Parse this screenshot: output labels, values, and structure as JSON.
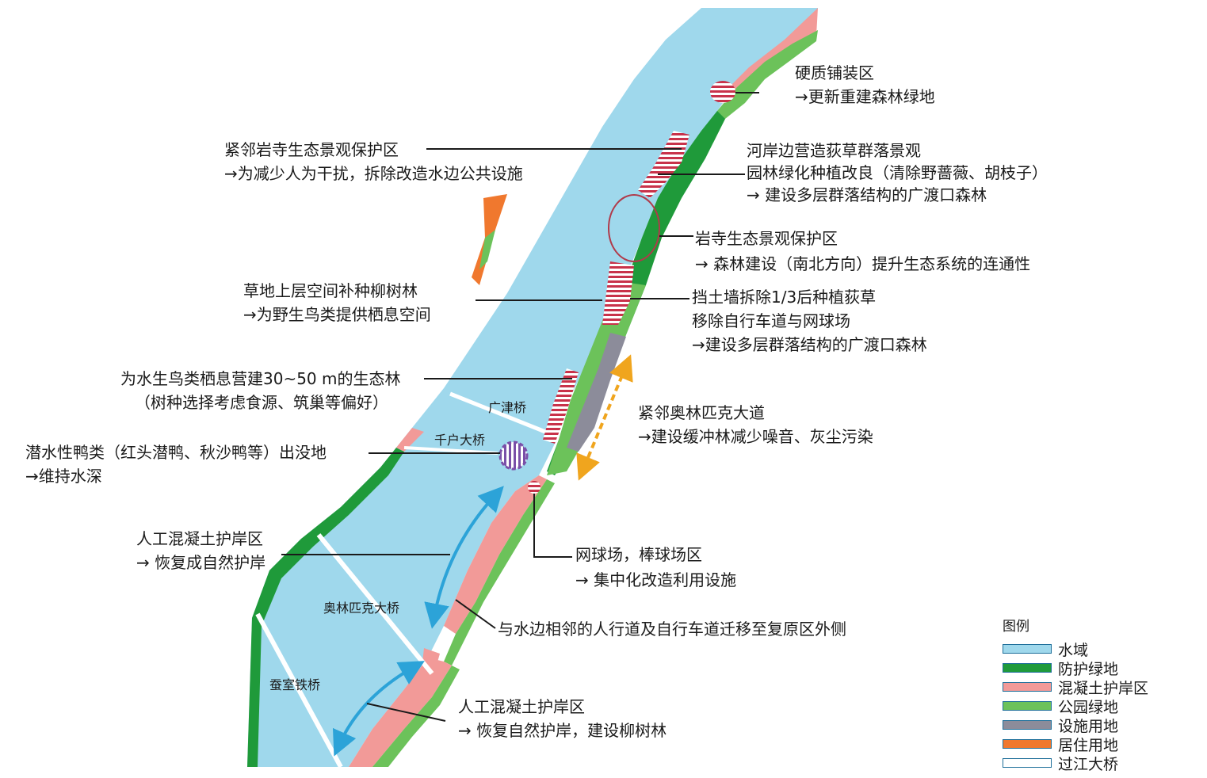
{
  "colors": {
    "water": "#9fd8ec",
    "protective_green": "#1f9a3a",
    "concrete_bank": "#f29a98",
    "park_green": "#6cc25a",
    "facility": "#8c8c9a",
    "residential": "#f0782e",
    "bridge": "#ffffff",
    "arrow_blue": "#2ca3d8",
    "arrow_orange": "#f0a51e"
  },
  "annotations": [
    {
      "id": "hard-paving",
      "lines": [
        "硬质铺装区",
        "→更新重建森林绿地"
      ]
    },
    {
      "id": "temple-adjacent",
      "lines": [
        "紧邻岩寺生态景观保护区",
        "→为减少人为干扰，拆除改造水边公共设施"
      ]
    },
    {
      "id": "riverbank-reed",
      "lines": [
        "河岸边营造荻草群落景观",
        "园林绿化种植改良（清除野蔷薇、胡枝子）",
        "→ 建设多层群落结构的广渡口森林"
      ]
    },
    {
      "id": "temple-reserve",
      "lines": [
        "岩寺生态景观保护区",
        "→ 森林建设（南北方向）提升生态系统的连通性"
      ]
    },
    {
      "id": "willow",
      "lines": [
        "草地上层空间补种柳树林",
        "→为野生鸟类提供栖息空间"
      ]
    },
    {
      "id": "retaining-wall",
      "lines": [
        "挡土墙拆除1/3后种植荻草",
        "移除自行车道与网球场",
        "→建设多层群落结构的广渡口森林"
      ]
    },
    {
      "id": "waterbird-forest",
      "lines": [
        "为水生鸟类栖息营建30~50 m的生态林",
        "（树种选择考虑食源、筑巢等偏好）"
      ]
    },
    {
      "id": "olympic-road",
      "lines": [
        "紧邻奥林匹克大道",
        "→建设缓冲林减少噪音、灰尘污染"
      ]
    },
    {
      "id": "diving-ducks",
      "lines": [
        "潜水性鸭类（红头潜鸭、秋沙鸭等）出没地",
        "→维持水深"
      ]
    },
    {
      "id": "concrete-1",
      "lines": [
        "人工混凝土护岸区",
        "→ 恢复成自然护岸"
      ]
    },
    {
      "id": "tennis",
      "lines": [
        "网球场，棒球场区",
        "→ 集中化改造利用设施"
      ]
    },
    {
      "id": "sidewalk",
      "lines": [
        "与水边相邻的人行道及自行车道迁移至复原区外侧"
      ]
    },
    {
      "id": "concrete-2",
      "lines": [
        "人工混凝土护岸区",
        "→ 恢复自然护岸，建设柳树林"
      ]
    }
  ],
  "bridges": [
    {
      "id": "gwangjin",
      "label": "广津桥"
    },
    {
      "id": "cheonho",
      "label": "千户大桥"
    },
    {
      "id": "olympic",
      "label": "奥林匹克大桥"
    },
    {
      "id": "jamsil-rail",
      "label": "蚕室铁桥"
    }
  ],
  "legend": {
    "title": "图例",
    "items": [
      {
        "label": "水域",
        "color": "#9fd8ec"
      },
      {
        "label": "防护绿地",
        "color": "#1f9a3a"
      },
      {
        "label": "混凝土护岸区",
        "color": "#f29a98"
      },
      {
        "label": "公园绿地",
        "color": "#6cc25a"
      },
      {
        "label": "设施用地",
        "color": "#8c8c9a"
      },
      {
        "label": "居住用地",
        "color": "#f0782e"
      },
      {
        "label": "过江大桥",
        "color": "#ffffff"
      }
    ]
  }
}
